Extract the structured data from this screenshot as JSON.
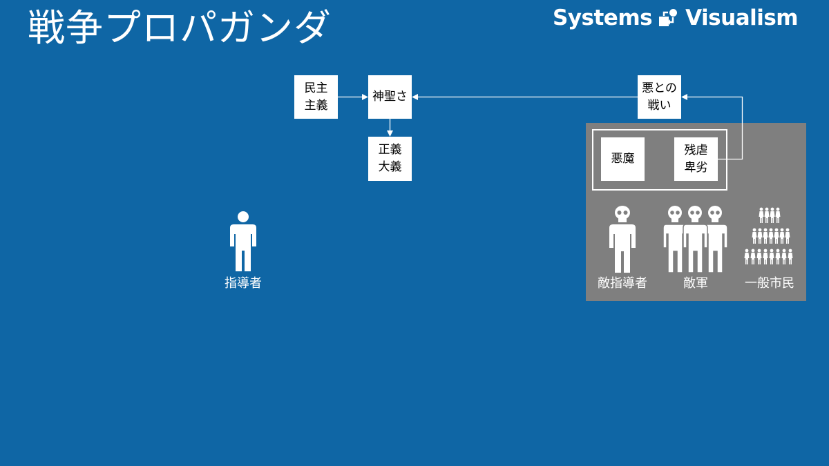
{
  "title": "戦争プロパガンダ",
  "brand": {
    "left": "Systems",
    "right": "Visualism",
    "logo_icon": "systems-visualism-logo-icon"
  },
  "colors": {
    "background": "#0f66a5",
    "panel": "#7f7f7f",
    "box": "#ffffff",
    "arrow": "#ffffff"
  },
  "boxes": {
    "democracy": "民主\n主義",
    "sanctity": "神聖さ",
    "justice": "正義\n大義",
    "fight_evil": "悪との\n戦い",
    "devil": "悪魔",
    "cruelty": "残虐\n卑劣"
  },
  "people": {
    "leader": "指導者",
    "enemy_leader": "敵指導者",
    "enemy_army": "敵軍",
    "civilians": "一般市民"
  }
}
